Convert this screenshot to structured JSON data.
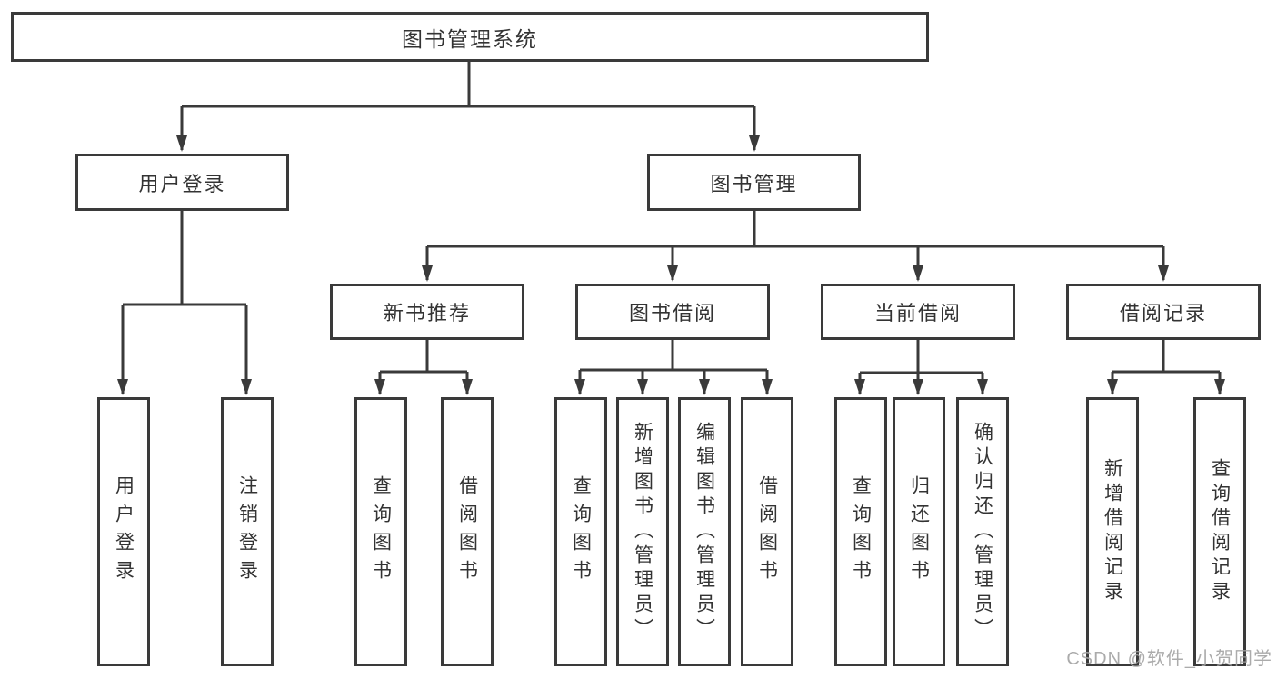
{
  "diagram": {
    "root": "图书管理系统",
    "level2": {
      "user_login": "用户登录",
      "book_mgmt": "图书管理"
    },
    "level3": {
      "new_book_rec": "新书推荐",
      "book_borrow": "图书借阅",
      "current_borrow": "当前借阅",
      "borrow_records": "借阅记录"
    },
    "leaves": {
      "user_login": "用户登录",
      "logout": "注销登录",
      "rec_query_books": "查询图书",
      "rec_borrow_books": "借阅图书",
      "borrow_query_books": "查询图书",
      "borrow_add_books": "新增图书（管理员）",
      "borrow_edit_books": "编辑图书（管理员）",
      "borrow_borrow_books": "借阅图书",
      "current_query_books": "查询图书",
      "current_return_books": "归还图书",
      "current_confirm_return": "确认归还（管理员）",
      "records_add_record": "新增借阅记录",
      "records_query_record": "查询借阅记录"
    }
  },
  "watermark": "CSDN @软件_小贺同学"
}
